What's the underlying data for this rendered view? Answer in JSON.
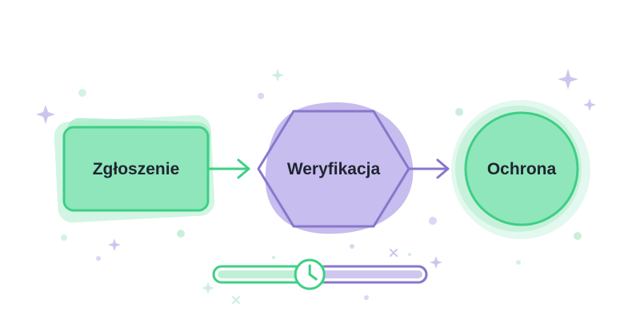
{
  "diagram": {
    "steps": [
      {
        "label": "Zgłoszenie",
        "shape": "rounded-rectangle",
        "color": "#7fe0b0"
      },
      {
        "label": "Weryfikacja",
        "shape": "hexagon",
        "color": "#b9aee8"
      },
      {
        "label": "Ochrona",
        "shape": "circle",
        "color": "#7fe0b0"
      }
    ],
    "connectors": [
      {
        "from": "Zgłoszenie",
        "to": "Weryfikacja",
        "color": "#3ecf84"
      },
      {
        "from": "Weryfikacja",
        "to": "Ochrona",
        "color": "#8877cc"
      }
    ],
    "timeline": {
      "progress": 0.45,
      "icon": "clock-icon",
      "fill_color": "#bff0d6",
      "remaining_color": "#cfc7f0"
    },
    "colors": {
      "green_stroke": "#3ecf84",
      "green_fill": "#8fe6bb",
      "green_halo": "#d5f5e5",
      "purple_stroke": "#8877cc",
      "purple_fill": "#c7bdee",
      "sparkle": "#c9c2ea"
    }
  }
}
